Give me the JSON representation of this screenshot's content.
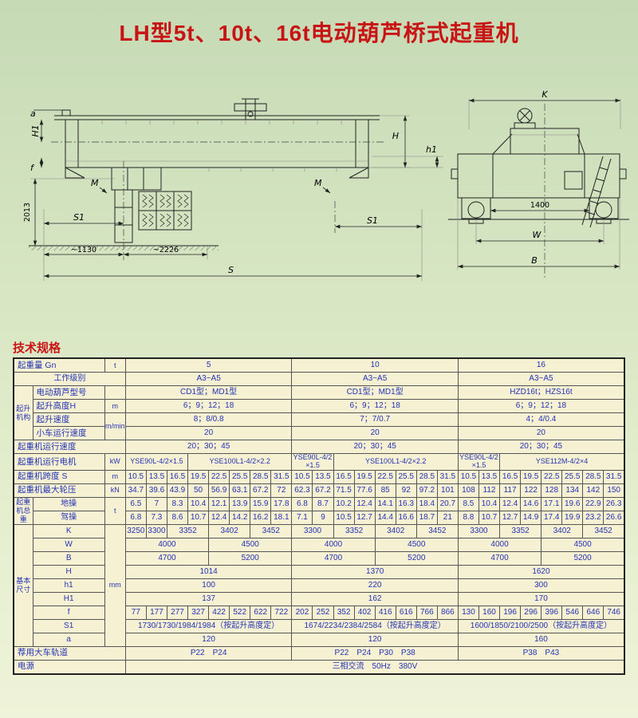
{
  "page": {
    "title": "LH型5t、10t、16t电动葫芦桥式起重机",
    "section_heading": "技术规格"
  },
  "colors": {
    "accent_red": "#c81414",
    "table_text_blue": "#2433b4",
    "table_background": "#f5f1d2",
    "page_background_top": "#c6dab6",
    "page_background_bottom": "#eff3d9"
  },
  "drawings": {
    "side_view": {
      "dim_a": "a",
      "dim_H1": "H1",
      "dim_f": "f",
      "dim_2013": "2013",
      "dim_M_left": "M",
      "dim_M_right": "M",
      "dim_S1_left": "S1",
      "dim_S1_right": "S1",
      "dim_1130": "~1130",
      "dim_2226": "~2226",
      "dim_S": "S",
      "dim_H": "H",
      "dim_h1": "h1"
    },
    "end_view": {
      "dim_K": "K",
      "dim_1400": "1400",
      "dim_W": "W",
      "dim_B": "B"
    }
  },
  "table": {
    "rows": [
      {
        "cells": [
          {
            "t": "起重量 Gn",
            "c": 2,
            "k": "lbl"
          },
          {
            "t": "t",
            "k": "unit"
          },
          {
            "t": "5",
            "c": 8
          },
          {
            "t": "10",
            "c": 8
          },
          {
            "t": "16",
            "c": 8
          }
        ]
      },
      {
        "cells": [
          {
            "t": "工作级别",
            "c": 3
          },
          {
            "t": "A3~A5",
            "c": 8
          },
          {
            "t": "A3~A5",
            "c": 8
          },
          {
            "t": "A3~A5",
            "c": 8
          }
        ]
      },
      {
        "cells": [
          {
            "t": "起升机构",
            "r": 4,
            "k": "grp",
            "n": "group-label-hoist-mechanism"
          },
          {
            "t": "电动葫芦型号",
            "k": "lbl"
          },
          {
            "t": "",
            "k": "unit"
          },
          {
            "t": "CD1型；MD1型",
            "c": 8
          },
          {
            "t": "CD1型；MD1型",
            "c": 8
          },
          {
            "t": "HZD16t；HZS16t",
            "c": 8
          }
        ]
      },
      {
        "cells": [
          {
            "t": "起升高度H",
            "k": "lbl"
          },
          {
            "t": "m",
            "k": "unit"
          },
          {
            "t": "6；9；12；18",
            "c": 8
          },
          {
            "t": "6；9；12；18",
            "c": 8
          },
          {
            "t": "6；9；12；18",
            "c": 8
          }
        ]
      },
      {
        "cells": [
          {
            "t": "起升速度",
            "k": "lbl"
          },
          {
            "t": "m/min",
            "r": 2,
            "k": "unit"
          },
          {
            "t": "8；8/0.8",
            "c": 8
          },
          {
            "t": "7；7/0.7",
            "c": 8
          },
          {
            "t": "4；4/0.4",
            "c": 8
          }
        ]
      },
      {
        "cells": [
          {
            "t": "小车运行速度",
            "k": "lbl"
          },
          {
            "t": "20",
            "c": 8
          },
          {
            "t": "20",
            "c": 8
          },
          {
            "t": "20",
            "c": 8
          }
        ]
      },
      {
        "cells": [
          {
            "t": "起重机运行速度",
            "c": 3,
            "k": "lbl"
          },
          {
            "t": "20；30；45",
            "c": 8
          },
          {
            "t": "20；30；45",
            "c": 8
          },
          {
            "t": "20；30；45",
            "c": 8
          }
        ]
      },
      {
        "cells": [
          {
            "t": "起重机运行电机",
            "c": 2,
            "k": "lbl"
          },
          {
            "t": "kW",
            "k": "unit"
          },
          {
            "t": "YSE90L-4/2×1.5",
            "c": 3,
            "k": "sm"
          },
          {
            "t": "YSE100L1-4/2×2.2",
            "c": 5,
            "k": "sm"
          },
          {
            "t": "YSE90L-4/2×1.5",
            "c": 2,
            "k": "sm"
          },
          {
            "t": "YSE100L1-4/2×2.2",
            "c": 6,
            "k": "sm"
          },
          {
            "t": "YSE90L-4/2×1.5",
            "c": 2,
            "k": "sm"
          },
          {
            "t": "YSE112M-4/2×4",
            "c": 6,
            "k": "sm"
          }
        ]
      },
      {
        "cells": [
          {
            "t": "起重机跨度 S",
            "c": 2,
            "k": "lbl"
          },
          {
            "t": "m",
            "k": "unit"
          },
          "10.5",
          "13.5",
          "16.5",
          "19.5",
          "22.5",
          "25.5",
          "28.5",
          "31.5",
          "10.5",
          "13.5",
          "16.5",
          "19.5",
          "22.5",
          "25.5",
          "28.5",
          "31.5",
          "10.5",
          "13.5",
          "16.5",
          "19.5",
          "22.5",
          "25.5",
          "28.5",
          "31.5"
        ]
      },
      {
        "cells": [
          {
            "t": "起重机最大轮压",
            "c": 2,
            "k": "lbl"
          },
          {
            "t": "kN",
            "k": "unit"
          },
          "34.7",
          "39.6",
          "43.9",
          "50",
          "56.9",
          "63.1",
          "67.2",
          "72",
          "62.3",
          "67.2",
          "71.5",
          "77.6",
          "85",
          "92",
          "97.2",
          "101",
          "108",
          "112",
          "117",
          "122",
          "128",
          "134",
          "142",
          "150"
        ]
      },
      {
        "cells": [
          {
            "t": "起重机总重",
            "r": 2,
            "k": "grp",
            "n": "group-label-crane-total-weight"
          },
          {
            "t": "地操"
          },
          {
            "t": "t",
            "r": 2,
            "k": "unit"
          },
          "6.5",
          "7",
          "8.3",
          "10.4",
          "12.1",
          "13.9",
          "15.9",
          "17.8",
          "6.8",
          "8.7",
          "10.2",
          "12.4",
          "14.1",
          "16.3",
          "18.4",
          "20.7",
          "8.5",
          "10.4",
          "12.4",
          "14.6",
          "17.1",
          "19.6",
          "22.9",
          "26.3"
        ]
      },
      {
        "cells": [
          {
            "t": "驾操"
          },
          "6.8",
          "7.3",
          "8.6",
          "10.7",
          "12.4",
          "14.2",
          "16.2",
          "18.1",
          "7.1",
          "9",
          "10.5",
          "12.7",
          "14.4",
          "16.6",
          "18.7",
          "21",
          "8.8",
          "10.7",
          "12.7",
          "14.9",
          "17.4",
          "19.9",
          "23.2",
          "26.6"
        ]
      },
      {
        "cells": [
          {
            "t": "基本尺寸",
            "r": 9,
            "k": "grp",
            "n": "group-label-basic-dimensions"
          },
          {
            "t": "K"
          },
          {
            "t": "mm",
            "r": 9,
            "k": "unit"
          },
          {
            "t": "3250"
          },
          {
            "t": "3300"
          },
          {
            "t": "3352",
            "c": 2
          },
          {
            "t": "3402",
            "c": 2
          },
          {
            "t": "3452",
            "c": 2
          },
          {
            "t": "3300",
            "c": 2
          },
          {
            "t": "3352",
            "c": 2
          },
          {
            "t": "3402",
            "c": 2
          },
          {
            "t": "3452",
            "c": 2
          },
          {
            "t": "3300",
            "c": 2
          },
          {
            "t": "3352",
            "c": 2
          },
          {
            "t": "3402",
            "c": 2
          },
          {
            "t": "3452",
            "c": 2
          }
        ]
      },
      {
        "cells": [
          {
            "t": "W"
          },
          {
            "t": "4000",
            "c": 4
          },
          {
            "t": "4500",
            "c": 4
          },
          {
            "t": "4000",
            "c": 4
          },
          {
            "t": "4500",
            "c": 4
          },
          {
            "t": "4000",
            "c": 4
          },
          {
            "t": "4500",
            "c": 4
          }
        ]
      },
      {
        "cells": [
          {
            "t": "B"
          },
          {
            "t": "4700",
            "c": 4
          },
          {
            "t": "5200",
            "c": 4
          },
          {
            "t": "4700",
            "c": 4
          },
          {
            "t": "5200",
            "c": 4
          },
          {
            "t": "4700",
            "c": 4
          },
          {
            "t": "5200",
            "c": 4
          }
        ]
      },
      {
        "cells": [
          {
            "t": "H"
          },
          {
            "t": "1014",
            "c": 8
          },
          {
            "t": "1370",
            "c": 8
          },
          {
            "t": "1620",
            "c": 8
          }
        ]
      },
      {
        "cells": [
          {
            "t": "h1"
          },
          {
            "t": "100",
            "c": 8
          },
          {
            "t": "220",
            "c": 8
          },
          {
            "t": "300",
            "c": 8
          }
        ]
      },
      {
        "cells": [
          {
            "t": "H1"
          },
          {
            "t": "137",
            "c": 8
          },
          {
            "t": "162",
            "c": 8
          },
          {
            "t": "170",
            "c": 8
          }
        ]
      },
      {
        "cells": [
          {
            "t": "f"
          },
          "77",
          "177",
          "277",
          "327",
          "422",
          "522",
          "622",
          "722",
          "202",
          "252",
          "352",
          "402",
          "416",
          "616",
          "766",
          "866",
          "130",
          "160",
          "196",
          "296",
          "396",
          "546",
          "646",
          "746"
        ]
      },
      {
        "cells": [
          {
            "t": "S1"
          },
          {
            "t": "1730/1730/1984/1984（按起升高度定）",
            "c": 8
          },
          {
            "t": "1674/2234/2384/2584（按起升高度定）",
            "c": 8
          },
          {
            "t": "1600/1850/2100/2500（按起升高度定）",
            "c": 8
          }
        ]
      },
      {
        "cells": [
          {
            "t": "a"
          },
          {
            "t": "120",
            "c": 8
          },
          {
            "t": "120",
            "c": 8
          },
          {
            "t": "160",
            "c": 8
          }
        ]
      },
      {
        "cells": [
          {
            "t": "荐用大车轨道",
            "c": 3,
            "k": "lbl"
          },
          {
            "t": "P22　P24",
            "c": 8
          },
          {
            "t": "P22　P24　P30　P38",
            "c": 8
          },
          {
            "t": "P38　P43",
            "c": 8
          }
        ]
      },
      {
        "cells": [
          {
            "t": "电源",
            "c": 3,
            "k": "lbl"
          },
          {
            "t": "三相交流　50Hz　380V",
            "c": 24
          }
        ]
      }
    ]
  }
}
